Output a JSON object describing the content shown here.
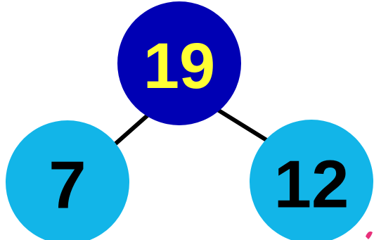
{
  "diagram": {
    "type": "number-bond",
    "top": {
      "value": "19"
    },
    "left": {
      "value": "7"
    },
    "right": {
      "value": "12"
    }
  },
  "colors": {
    "top_fill": "#0000b4",
    "top_text": "#ffff33",
    "part_fill": "#12b5e8",
    "part_text": "#000000",
    "connector": "#000000",
    "background": "#ffffff",
    "corner_accent": "#e8307a"
  }
}
